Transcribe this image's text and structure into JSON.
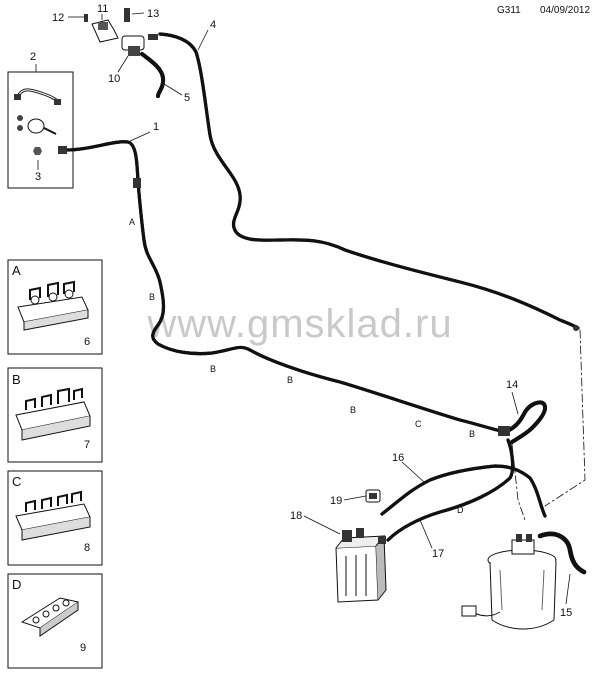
{
  "header": {
    "diagram_code": "G311",
    "date": "04/09/2012"
  },
  "watermark": "www.gmsklad.ru",
  "callouts": {
    "n1": "1",
    "n2": "2",
    "n3": "3",
    "n4": "4",
    "n5": "5",
    "n6": "6",
    "n7": "7",
    "n8": "8",
    "n9": "9",
    "n10": "10",
    "n11": "11",
    "n12": "12",
    "n13": "13",
    "n14": "14",
    "n15": "15",
    "n16": "16",
    "n17": "17",
    "n18": "18",
    "n19": "19"
  },
  "panels": {
    "a": "A",
    "b": "B",
    "c": "C",
    "d": "D"
  },
  "segment_labels": {
    "a": "A",
    "b": "B",
    "c": "C",
    "d": "D"
  }
}
